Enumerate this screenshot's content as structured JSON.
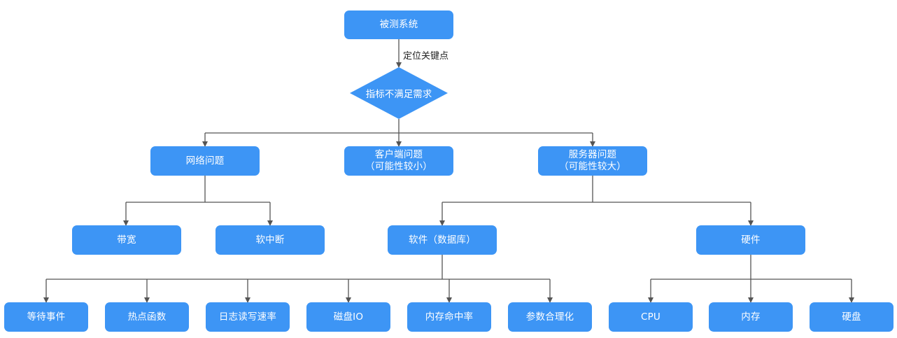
{
  "nodes": {
    "system": "被测系统",
    "decision": "指标不满足需求",
    "network": "网络问题",
    "client": "客户端问题\n（可能性较小）",
    "server": "服务器问题\n（可能性较大）",
    "bandwidth": "带宽",
    "soft_irq": "软中断",
    "software_db": "软件（数据库）",
    "hardware": "硬件",
    "wait_events": "等待事件",
    "hot_functions": "热点函数",
    "log_rw_rate": "日志读写速率",
    "disk_io": "磁盘IO",
    "mem_hit_rate": "内存命中率",
    "param_tuning": "参数合理化",
    "cpu": "CPU",
    "memory": "内存",
    "disk": "硬盘"
  },
  "edge_labels": {
    "locate_key_points": "定位关键点"
  },
  "colors": {
    "node_fill": "#3d95f5",
    "node_text": "#ffffff",
    "connector": "#555555"
  }
}
